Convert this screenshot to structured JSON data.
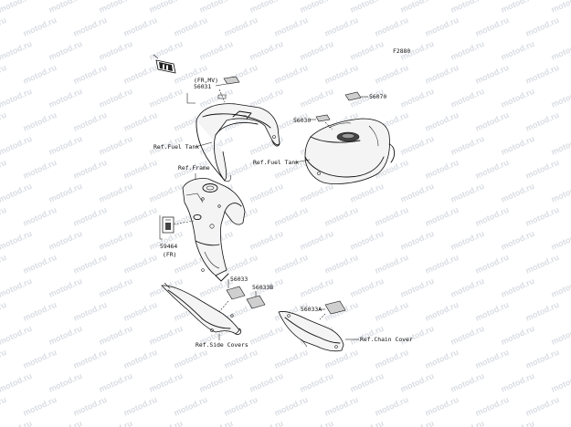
{
  "diagram": {
    "code": "F2880",
    "parts": [
      {
        "id": "56031",
        "note": "(FR,MV)"
      },
      {
        "id": "56070",
        "note": ""
      },
      {
        "id": "56030",
        "note": ""
      },
      {
        "id": "59464",
        "note": "(FR)"
      },
      {
        "id": "56033",
        "note": ""
      },
      {
        "id": "56033B",
        "note": ""
      },
      {
        "id": "56033A",
        "note": ""
      }
    ],
    "references": [
      "Ref.Fuel Tank",
      "Ref.Fuel Tank",
      "Ref.Frame",
      "Ref.Side Covers",
      "Ref.Chain Cover"
    ],
    "watermark": "motod.ru"
  },
  "colors": {
    "line": "#111111",
    "watermark": "#d9dde3",
    "decal_fill": "#cfcfcf"
  },
  "icons": [
    "front-direction-icon"
  ]
}
